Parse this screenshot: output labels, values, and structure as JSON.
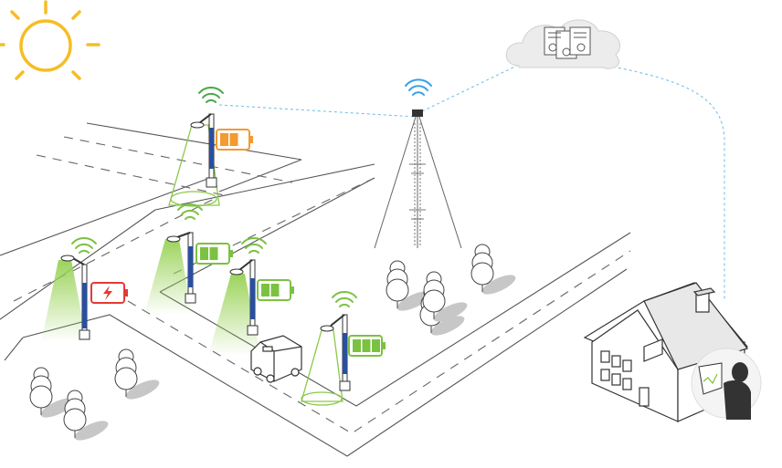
{
  "scene": {
    "sun": {
      "icon": "sun-icon",
      "color": "#f6bd25"
    },
    "cloud": {
      "icon": "cloud-server-icon",
      "fill": "#ececec",
      "stroke": "#bdbdbd"
    },
    "tower": {
      "icon": "cell-tower-icon",
      "signal_color": "#3aa0e6"
    },
    "house": {
      "icon": "house-icon"
    },
    "person": {
      "icon": "person-with-laptop-icon"
    },
    "van": {
      "icon": "service-van-icon"
    },
    "link_color": "#7bbfe6",
    "streetlights": [
      {
        "id": "north",
        "battery": {
          "level": 0.5,
          "color": "#f39a31",
          "charging": false
        },
        "light": "outline"
      },
      {
        "id": "west",
        "battery": {
          "level": 0.0,
          "color": "#e53935",
          "charging": true
        },
        "light": "lit"
      },
      {
        "id": "center",
        "battery": {
          "level": 0.66,
          "color": "#7cc242",
          "charging": false
        },
        "light": "lit"
      },
      {
        "id": "middle",
        "battery": {
          "level": 0.66,
          "color": "#7cc242",
          "charging": false
        },
        "light": "lit"
      },
      {
        "id": "south",
        "battery": {
          "level": 1.0,
          "color": "#7cc242",
          "charging": false
        },
        "light": "outline"
      }
    ],
    "trees": {
      "count": 7,
      "color": "#ffffff",
      "shadow": "#c7c7c7"
    }
  }
}
